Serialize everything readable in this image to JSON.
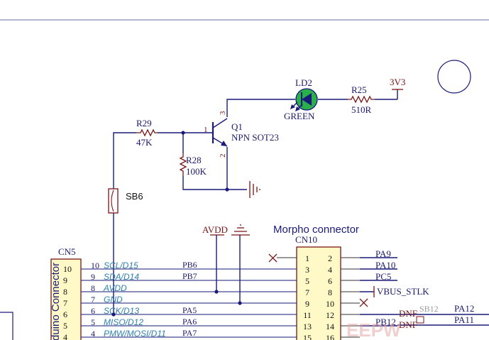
{
  "q1": {
    "ref": "Q1",
    "value": "NPN SOT23",
    "pin_base": "1",
    "pin_emitter": "2",
    "pin_collector": "3"
  },
  "ld2": {
    "ref": "LD2",
    "color": "GREEN"
  },
  "r25": {
    "ref": "R25",
    "value": "510R"
  },
  "r29": {
    "ref": "R29",
    "value": "47K"
  },
  "r28": {
    "ref": "R28",
    "value": "100K"
  },
  "sb6": {
    "ref": "SB6"
  },
  "power": {
    "v3v3": "3V3",
    "avdd": "AVDD"
  },
  "morpho": {
    "title": "Morpho connector",
    "ref": "CN10",
    "left_pins": [
      "1",
      "3",
      "5",
      "7",
      "9",
      "11",
      "13",
      "15"
    ],
    "right_pins": [
      "2",
      "4",
      "6",
      "8",
      "10",
      "12",
      "14",
      "16"
    ],
    "right_nets": [
      "PA9",
      "PA10",
      "PC5",
      "VBUS_STLK",
      "",
      "",
      "PB12",
      ""
    ],
    "dnf1": "DNF",
    "dnf2": "DNF",
    "sb12": "SB12",
    "pa12": "PA12",
    "pa11": "PA11"
  },
  "cn5": {
    "ref": "CN5",
    "title": "Arduino Connector",
    "pins": [
      "10",
      "9",
      "8",
      "7",
      "6",
      "5",
      "4"
    ],
    "outer_pins": [
      "10",
      "9",
      "8",
      "7",
      "6",
      "5",
      "4"
    ],
    "labels": [
      "SCL/D15",
      "SDA/D14",
      "AVDD",
      "GND",
      "SCK/D13",
      "MISO/D12",
      "PMW/MOSI/D11"
    ],
    "nets": [
      "PB6",
      "PB7",
      "",
      "",
      "PA5",
      "PA6",
      "PA7"
    ]
  },
  "colors": {
    "wire": "#1a1a7a",
    "component": "#7a1414",
    "led": "#2ab04a",
    "pin_label": "#2f7fb0"
  }
}
